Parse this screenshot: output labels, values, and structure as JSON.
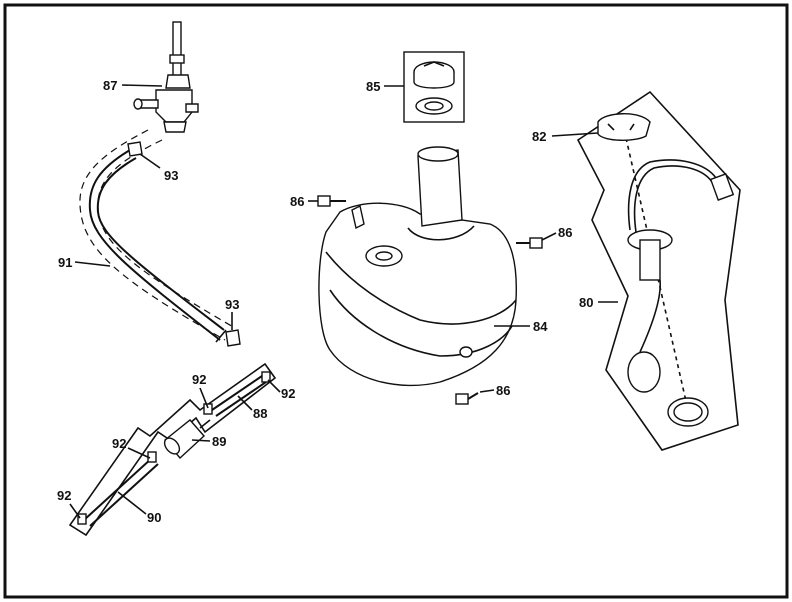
{
  "callouts": {
    "c80": "80",
    "c82": "82",
    "c84": "84",
    "c85": "85",
    "c86a": "86",
    "c86b": "86",
    "c86c": "86",
    "c87": "87",
    "c88": "88",
    "c89": "89",
    "c90": "90",
    "c91": "91",
    "c92a": "92",
    "c92b": "92",
    "c92c": "92",
    "c92d": "92",
    "c93a": "93",
    "c93b": "93"
  },
  "colors": {
    "ink": "#111111",
    "paper": "#ffffff"
  }
}
